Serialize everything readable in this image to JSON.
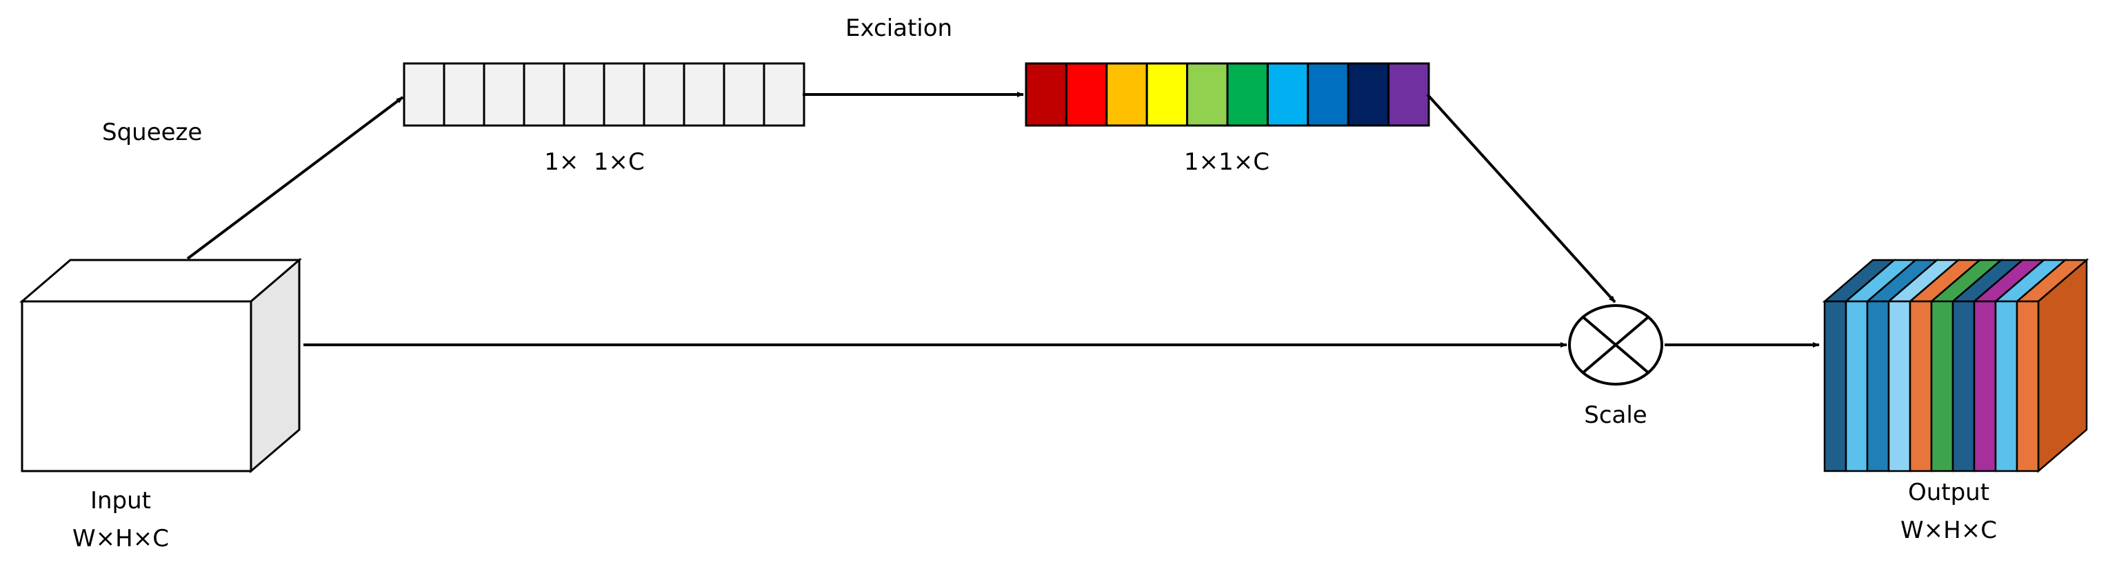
{
  "labels": {
    "squeeze": "Squeeze",
    "excitation": "Exciation",
    "squeeze_vector_dims": "1×  1×C",
    "excitation_vector_dims": "1×1×C",
    "scale": "Scale",
    "input_name": "Input",
    "input_dims": "W×H×C",
    "output_name": "Output",
    "output_dims": "W×H×C"
  },
  "colors": {
    "squeeze_cell_fill": "#f2f2f2",
    "stroke": "#000000",
    "input_front": "#ffffff",
    "input_side": "#e6e6e6",
    "excitation_cells": [
      "#c00000",
      "#ff0000",
      "#ffc000",
      "#ffff00",
      "#92d050",
      "#00b050",
      "#00b0f0",
      "#0070c0",
      "#002060",
      "#7030a0"
    ],
    "output_slices": [
      "#1f5f8b",
      "#5bc0eb",
      "#1f7fb6",
      "#8fd3f4",
      "#e8763a",
      "#3fa34d",
      "#1f5f8b",
      "#a62f9b",
      "#5bc0eb",
      "#e8763a"
    ],
    "output_side": "#c8581c"
  },
  "squeeze_cell_count": 10
}
